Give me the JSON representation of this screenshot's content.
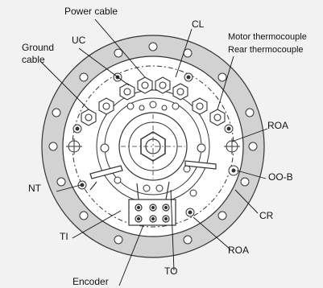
{
  "labels": {
    "power_cable": "Power cable",
    "uc": "UC",
    "cl": "CL",
    "ground_cable_1": "Ground",
    "ground_cable_2": "cable",
    "motor_thermocouple": "Motor thermocouple",
    "rear_thermocouple": "Rear thermocouple",
    "roa_right": "ROA",
    "oo_b": "OO-B",
    "nt": "NT",
    "cr": "CR",
    "ti": "TI",
    "roa_bottom": "ROA",
    "to": "TO",
    "encoder": "Encoder"
  },
  "colors": {
    "ring": "#c8c8c8",
    "line": "#222222",
    "background": "#f2f2f2"
  }
}
